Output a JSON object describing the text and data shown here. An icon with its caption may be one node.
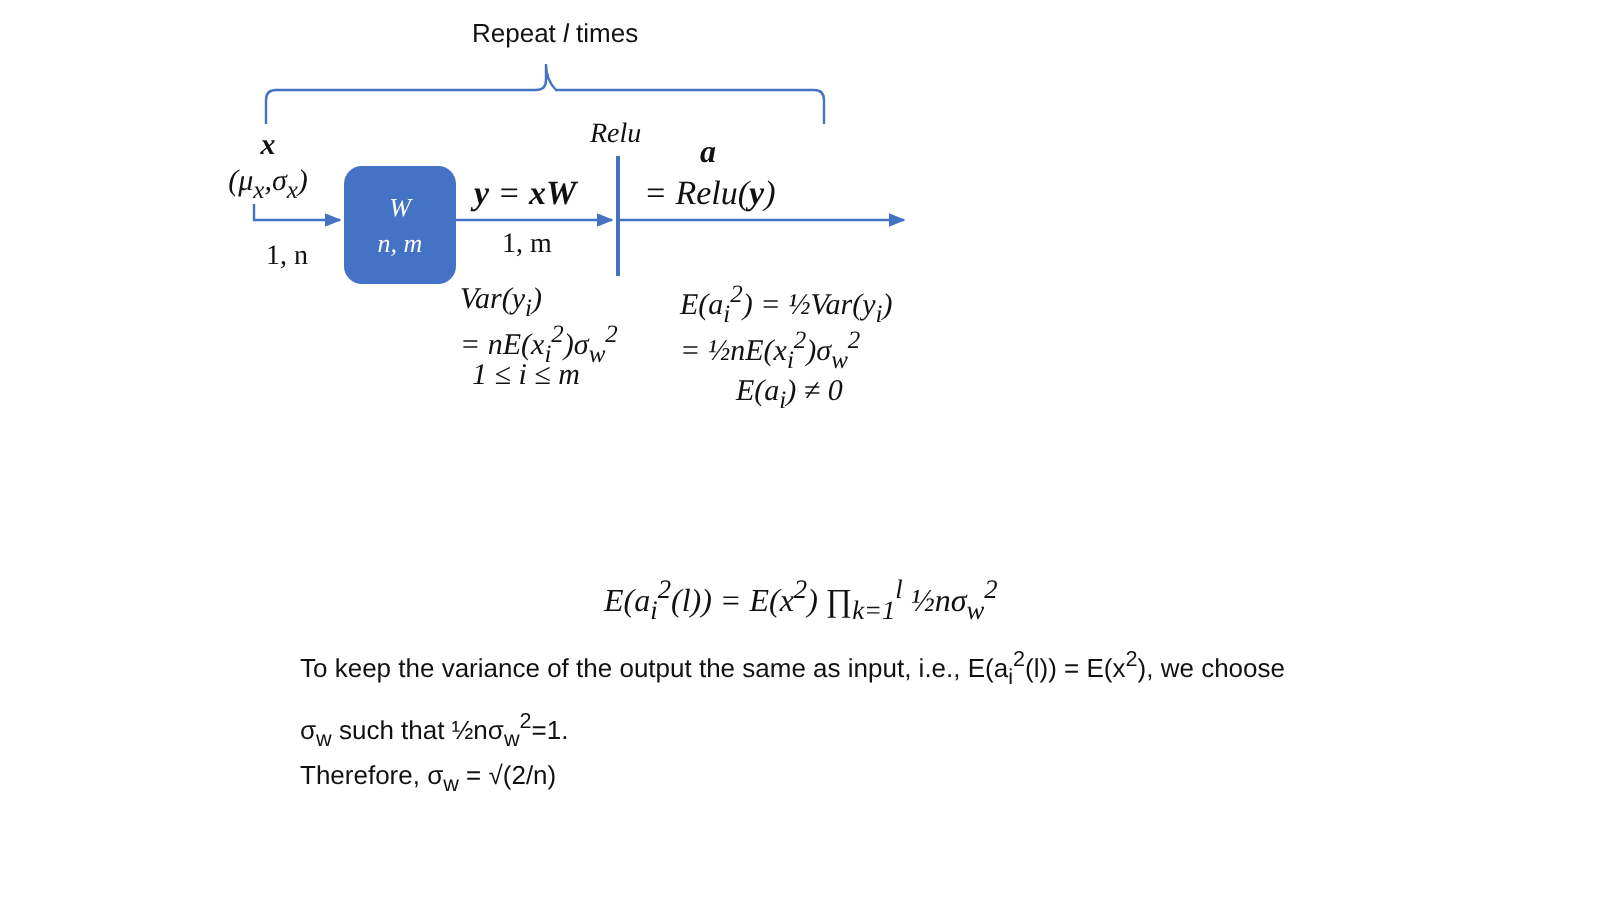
{
  "diagram": {
    "nodes": [
      {
        "text": [
          "x",
          "(μ$_{x}$,σ$_{x}$)"
        ]
      },
      {
        "text": [
          "W",
          "n, m"
        ]
      },
      {
        "text": [],
        "shape": "bar",
        "beside": [
          "Relu"
        ]
      }
    ],
    "edges": [
      {
        "from": 0,
        "to": 1,
        "arrow": "to",
        "label": "1, n"
      },
      {
        "from": 1,
        "to": 2,
        "arrow": "to",
        "label": "1, m"
      },
      {
        "from": 2,
        "to": null,
        "arrow": "to"
      }
    ],
    "labels": [
      "Repeat *l* times",
      "**y** = **xW**",
      "**a**",
      "= Relu(**y**)",
      "Var(y$_{i}$)",
      "= nE(x$_{i}$$^{2}$)σ$_{w}$$^{2}$",
      "1 ≤ i ≤ m",
      "E(a$_{i}$$^{2}$) = ½Var(y$_{i}$)",
      "= ½nE(x$_{i}$$^{2}$)σ$_{w}$$^{2}$",
      "E(a$_{i}$) ≠ 0",
      "E(a$_{i}$$^{2}$(l)) = E(x$^{2}$) ∏$_{k=1}$$^{l}$ ½nσ$_{w}$$^{2}$",
      "To keep the variance of the output the same as input, i.e., E(a$_{i}$$^{2}$(l)) = E(x$^{2}$), we choose σ$_{w}$ such that ½nσ$_{w}$$^{2}$=1.",
      "Therefore, σ$_{w}$ = √(2/n)"
    ]
  }
}
